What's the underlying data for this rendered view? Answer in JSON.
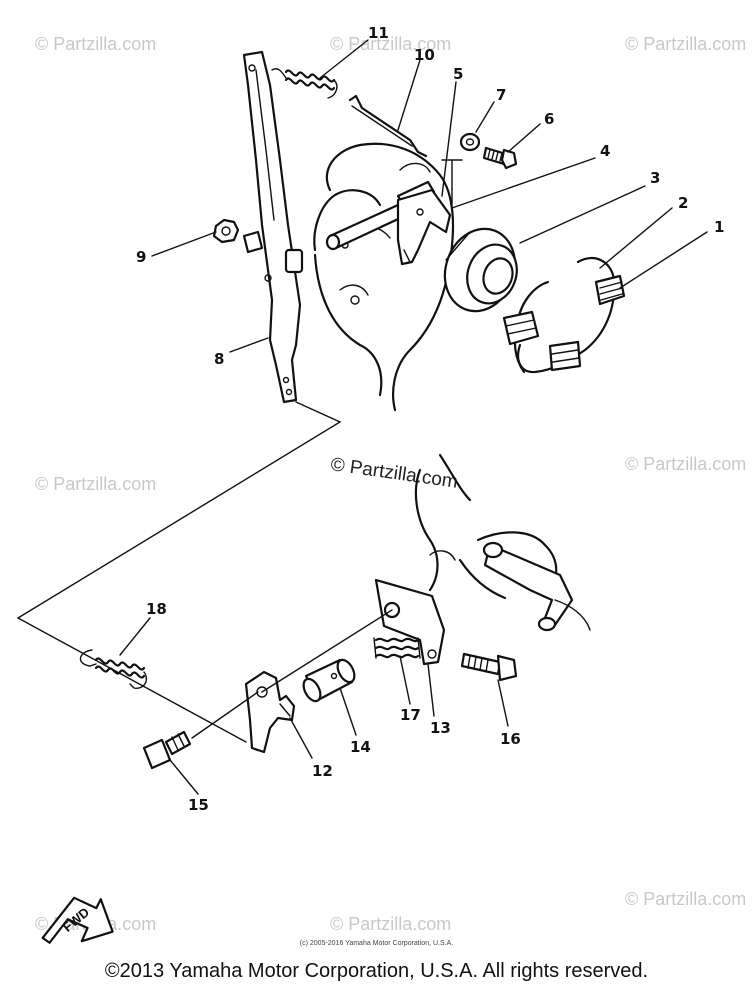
{
  "watermark": "© Partzilla.com",
  "center_watermark": "© Partzilla.com",
  "fwd_label": "FWD",
  "small_copyright": "(c) 2005-2016 Yamaha Motor Corporation, U.S.A.",
  "footer": "©2013 Yamaha Motor Corporation, U.S.A. All rights reserved.",
  "callouts": [
    "1",
    "2",
    "3",
    "4",
    "5",
    "6",
    "7",
    "8",
    "9",
    "10",
    "11",
    "12",
    "13",
    "14",
    "15",
    "16",
    "17",
    "18"
  ]
}
